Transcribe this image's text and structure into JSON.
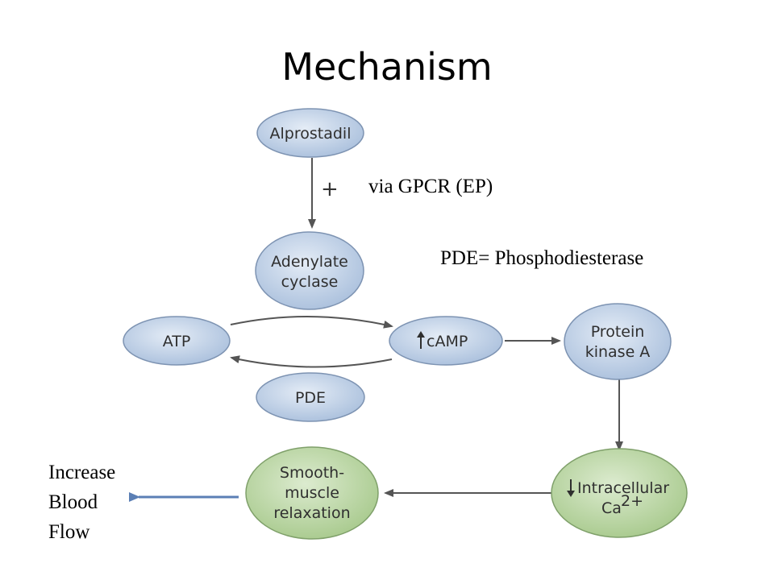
{
  "title": "Mechanism",
  "annotations": {
    "via": "via GPCR (EP)",
    "pde_definition": "PDE= Phosphodiesterase",
    "plus_sign": "+",
    "outcome": [
      "Increase",
      "Blood",
      "Flow"
    ]
  },
  "nodes": {
    "alprostadil": [
      "Alprostadil"
    ],
    "adenylate_cyclase": [
      "Adenylate",
      "cyclase"
    ],
    "atp": [
      "ATP"
    ],
    "camp": [
      "cAMP"
    ],
    "pde": [
      "PDE"
    ],
    "protein_kinase_a": [
      "Protein",
      "kinase A"
    ],
    "smooth_muscle": [
      "Smooth-",
      "muscle",
      "relaxation"
    ],
    "intracellular": [
      "Intracellular",
      "Ca"
    ],
    "calcium_superscript": "2+"
  },
  "colors": {
    "blue_node": "#b7c9e2",
    "green_node": "#b8d3a0",
    "node_stroke": "#7d93b2",
    "green_stroke": "#7fa06a",
    "arrow": "#555555",
    "outcome_arrow": "#5b7fb5"
  }
}
